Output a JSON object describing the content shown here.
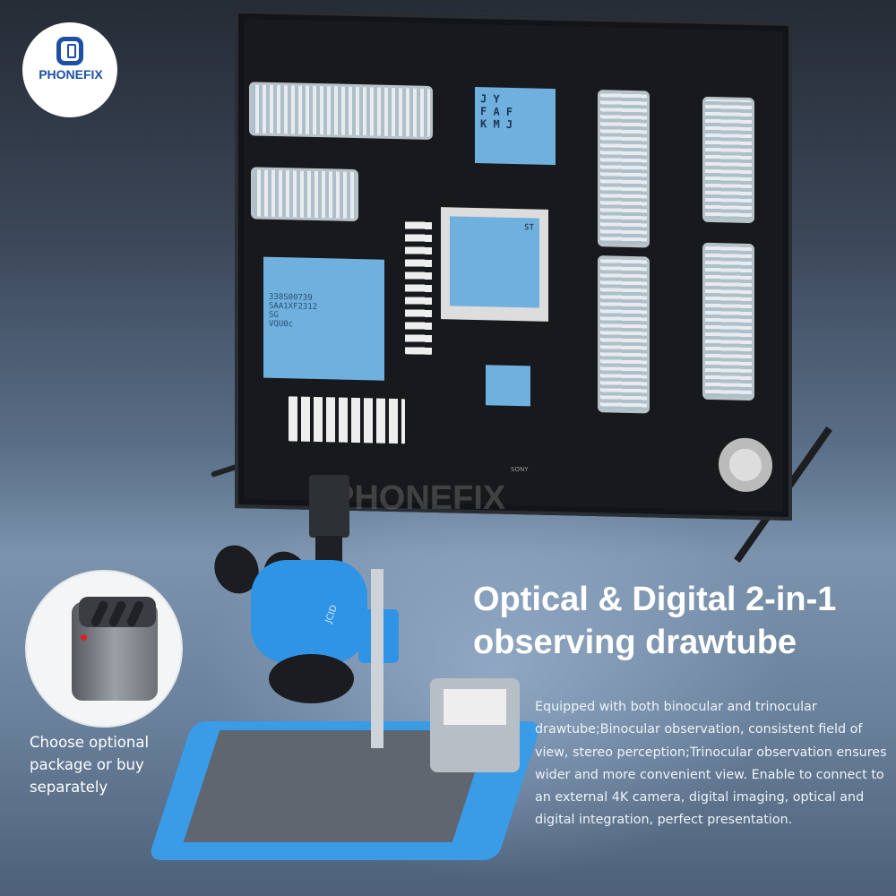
{
  "brand": {
    "logo_text": "PHONEFIX",
    "watermark": "PHONEFIX",
    "accent_color": "#1d4fa5"
  },
  "screen": {
    "chip_text_1": "J Y\nF A F\nK M J",
    "chip_text_2": "338S00739\nSAA1XF2312\nSG\nVQU0c",
    "chip_text_3": "ST",
    "tv_brand": "SONY"
  },
  "microscope": {
    "brand_label": "JCID"
  },
  "headline": {
    "line1": "Optical & Digital 2-in-1",
    "line2": "observing drawtube"
  },
  "description": "Equipped with both binocular and trinocular drawtube;Binocular observation, consistent field of view, stereo perception;Trinocular observation ensures wider and more convenient view. Enable to connect to an external 4K camera, digital imaging, optical and digital integration, perfect presentation.",
  "inset": {
    "caption": "Choose optional package or buy separately"
  }
}
